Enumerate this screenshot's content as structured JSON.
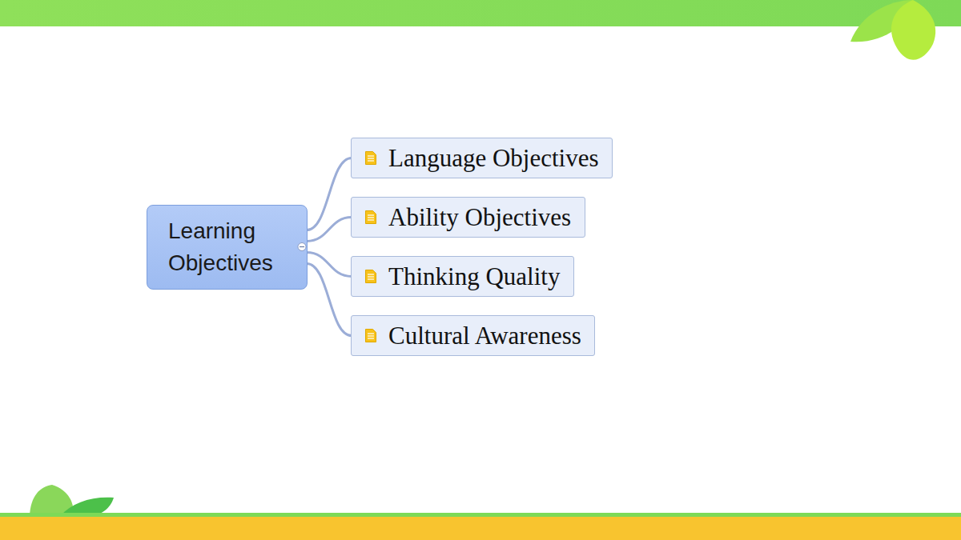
{
  "diagram": {
    "nodes": [
      {
        "text": [
          "Learning Objectives"
        ]
      },
      {
        "text": [
          "Language Objectives"
        ]
      },
      {
        "text": [
          "Ability Objectives"
        ]
      },
      {
        "text": [
          "Thinking Quality"
        ]
      },
      {
        "text": [
          "Cultural Awareness"
        ]
      }
    ],
    "edges": [
      {
        "from": 0,
        "to": 1,
        "arrow": "none"
      },
      {
        "from": 0,
        "to": 2,
        "arrow": "none"
      },
      {
        "from": 0,
        "to": 3,
        "arrow": "none"
      },
      {
        "from": 0,
        "to": 4,
        "arrow": "none"
      }
    ]
  }
}
